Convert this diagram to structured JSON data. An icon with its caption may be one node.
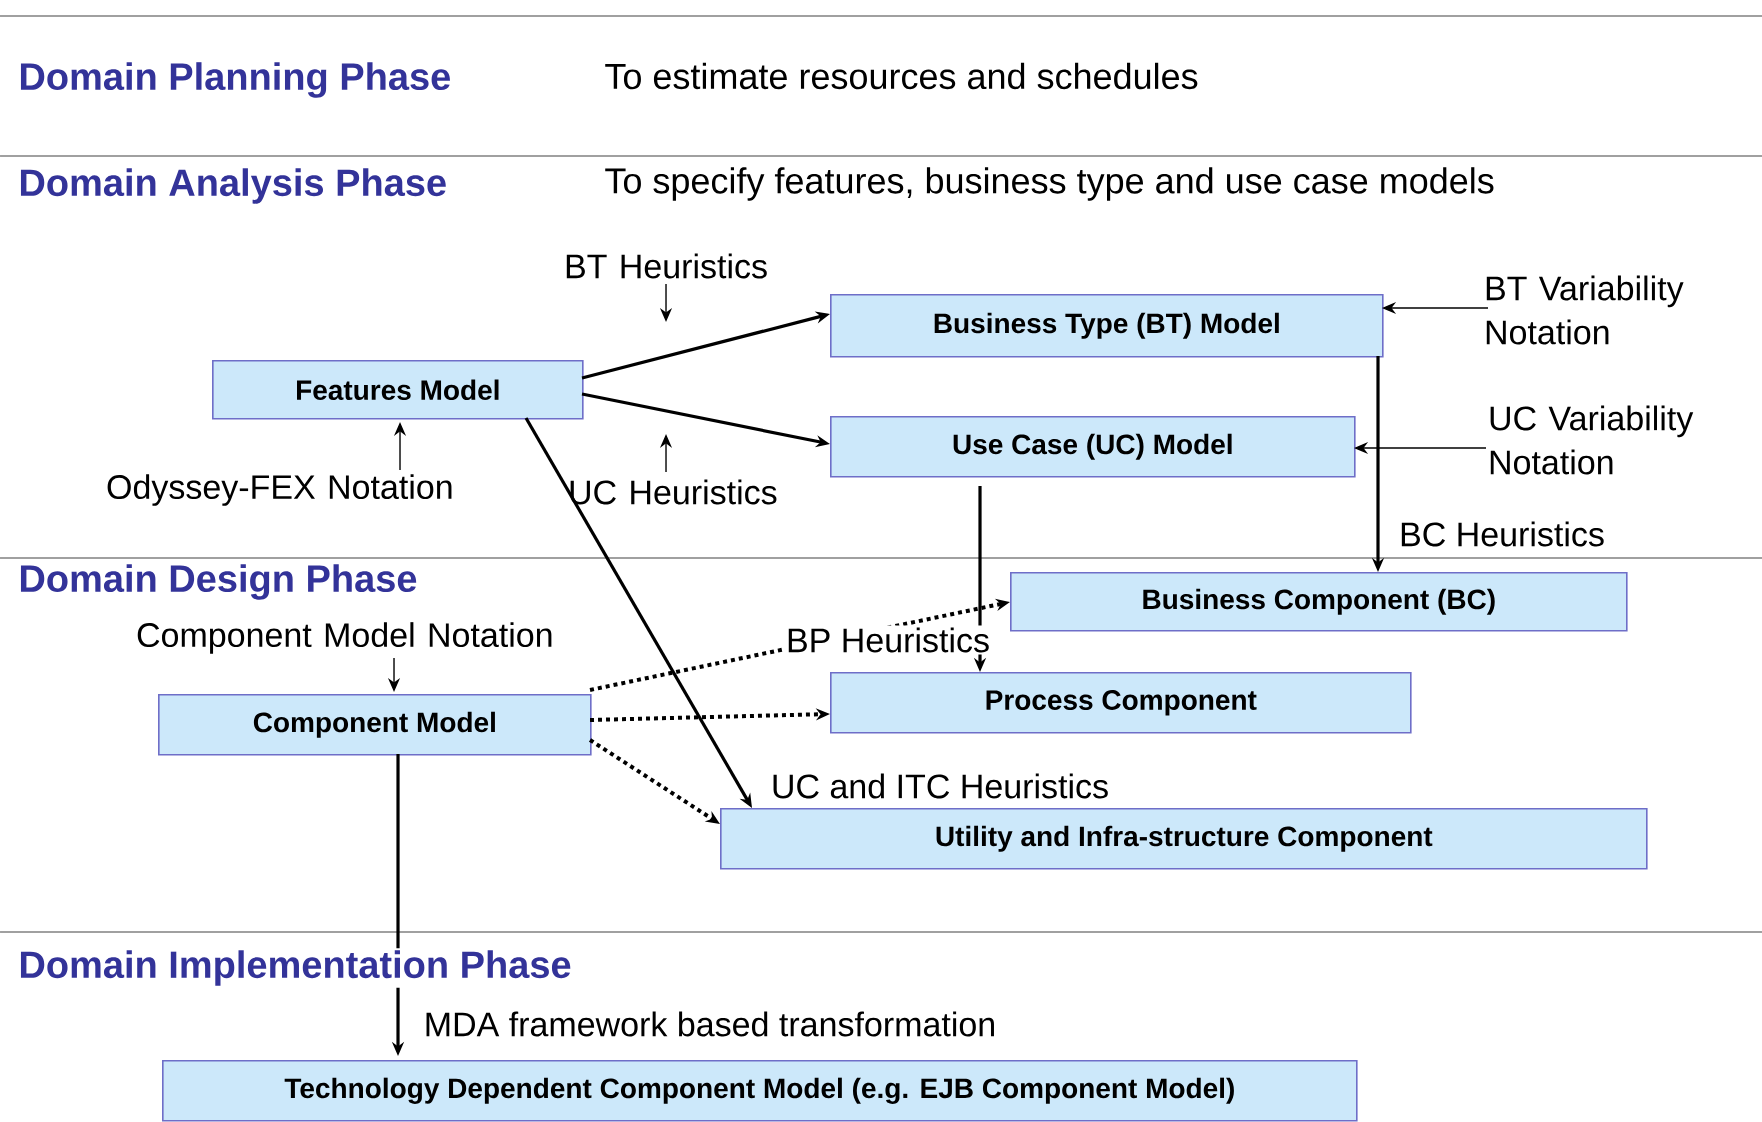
{
  "diagram": {
    "nodes": [
      {
        "text": [
          "Features Model"
        ]
      },
      {
        "text": [
          "Business Type (BT) Model"
        ]
      },
      {
        "text": [
          "Use Case (UC) Model"
        ]
      },
      {
        "text": [
          "Business Component (BC)"
        ]
      },
      {
        "text": [
          "Process Component"
        ]
      },
      {
        "text": [
          "Utility and Infra-structure Component"
        ]
      },
      {
        "text": [
          "Component Model"
        ]
      },
      {
        "text": [
          "Technology Dependent Component Model (e.g. EJB Component Model)"
        ]
      },
      {
        "text": [
          "BT Heuristics"
        ]
      },
      {
        "text": [
          "Odyssey-FEX Notation"
        ]
      },
      {
        "text": [
          "UC Heuristics"
        ]
      },
      {
        "text": [
          "BT Variability Notation"
        ]
      },
      {
        "text": [
          "UC Variability Notation"
        ]
      },
      {
        "text": [
          "Component Model Notation"
        ]
      }
    ],
    "edges": [
      {
        "from": 0,
        "to": 1,
        "arrow": "to"
      },
      {
        "from": 0,
        "to": 2,
        "arrow": "to"
      },
      {
        "from": 0,
        "to": 5,
        "arrow": "to",
        "label": "UC and ITC Heuristics"
      },
      {
        "from": 1,
        "to": 3,
        "arrow": "to",
        "label": "BC Heuristics"
      },
      {
        "from": 2,
        "to": 4,
        "arrow": "to",
        "label": "BP Heuristics"
      },
      {
        "from": 6,
        "to": 3,
        "arrow": "to",
        "style": "dashed"
      },
      {
        "from": 6,
        "to": 4,
        "arrow": "to",
        "style": "dashed"
      },
      {
        "from": 6,
        "to": 5,
        "arrow": "to",
        "style": "dashed"
      },
      {
        "from": 6,
        "to": 7,
        "arrow": "to",
        "label": "MDA framework based transformation"
      },
      {
        "from": 8,
        "to": null,
        "arrow": "to"
      },
      {
        "from": 9,
        "to": 0,
        "arrow": "to"
      },
      {
        "from": 10,
        "to": null,
        "arrow": "to"
      },
      {
        "from": 11,
        "to": 1,
        "arrow": "to"
      },
      {
        "from": 12,
        "to": 2,
        "arrow": "to"
      },
      {
        "from": 13,
        "to": 6,
        "arrow": "to"
      }
    ],
    "labels": [
      "Domain Planning Phase",
      "To estimate resources and schedules",
      "Domain Analysis Phase",
      "To specify features, business type and use case models",
      "Domain Design Phase",
      "Domain Implementation Phase"
    ]
  }
}
